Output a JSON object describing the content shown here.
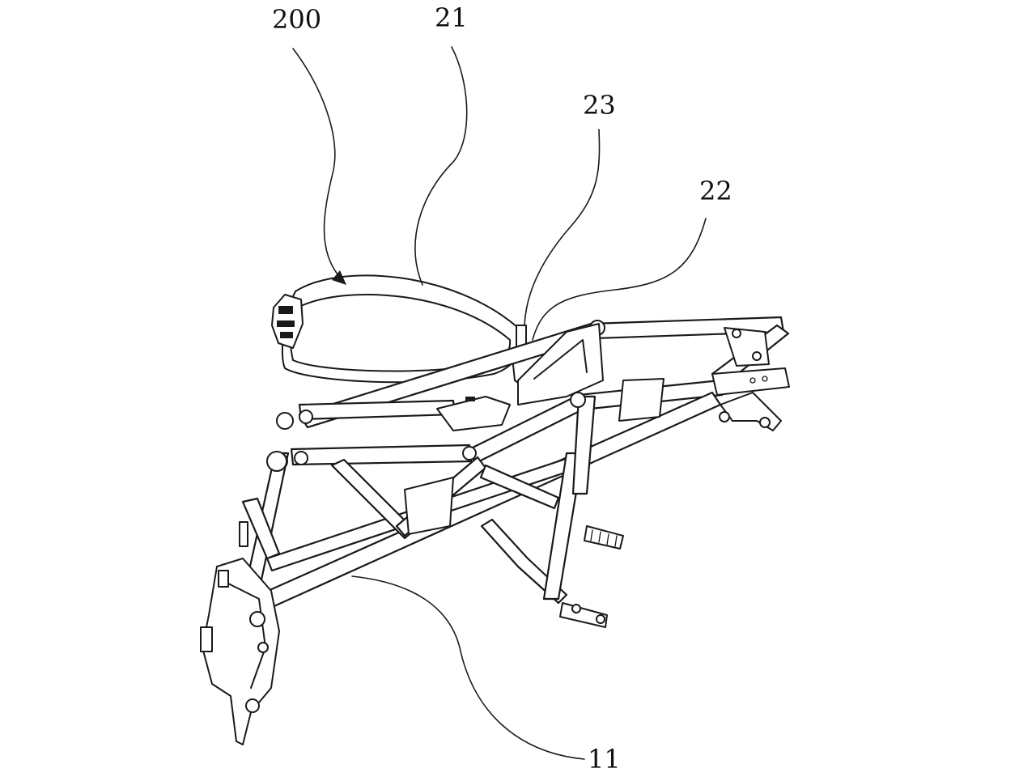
{
  "figure": {
    "reference_numerals": {
      "n200": "200",
      "n21": "21",
      "n23": "23",
      "n22": "22",
      "n11": "11"
    },
    "line_color": "#1a1a1a",
    "background_color": "#ffffff"
  }
}
